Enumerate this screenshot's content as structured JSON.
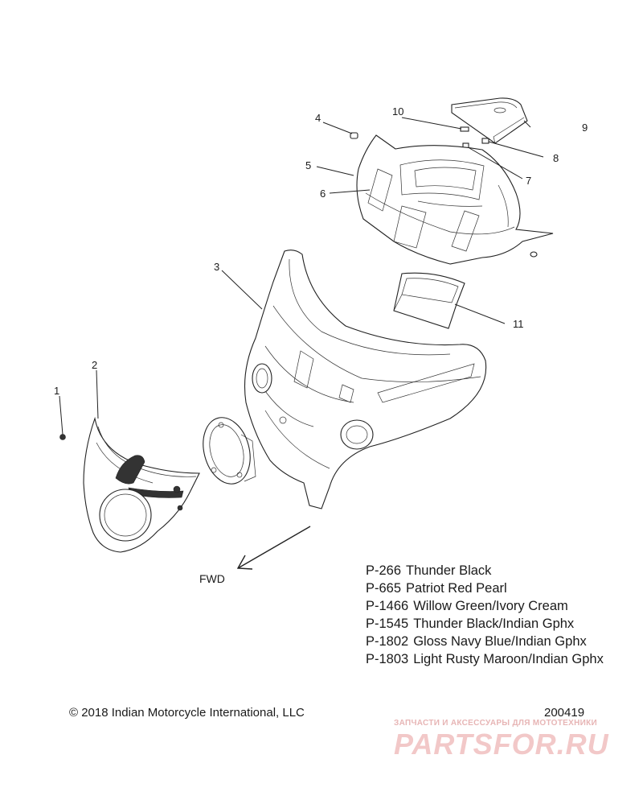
{
  "callouts": {
    "c1": "1",
    "c2": "2",
    "c3": "3",
    "c4": "4",
    "c5": "5",
    "c6": "6",
    "c7": "7",
    "c8": "8",
    "c9": "9",
    "c10": "10",
    "c11": "11"
  },
  "direction_label": "FWD",
  "color_codes": [
    {
      "code": "P-266",
      "name": "Thunder Black"
    },
    {
      "code": "P-665",
      "name": "Patriot Red Pearl"
    },
    {
      "code": "P-1466",
      "name": "Willow Green/Ivory Cream"
    },
    {
      "code": "P-1545",
      "name": "Thunder Black/Indian Gphx"
    },
    {
      "code": "P-1802",
      "name": "Gloss Navy Blue/Indian Gphx"
    },
    {
      "code": "P-1803",
      "name": "Light Rusty Maroon/Indian Gphx"
    }
  ],
  "copyright": "© 2018 Indian Motorcycle International, LLC",
  "document_number": "200419",
  "watermark": {
    "tagline": "ЗАПЧАСТИ И АКСЕССУАРЫ ДЛЯ МОТОТЕХНИКИ",
    "logo": "PARTSFOR.RU"
  }
}
